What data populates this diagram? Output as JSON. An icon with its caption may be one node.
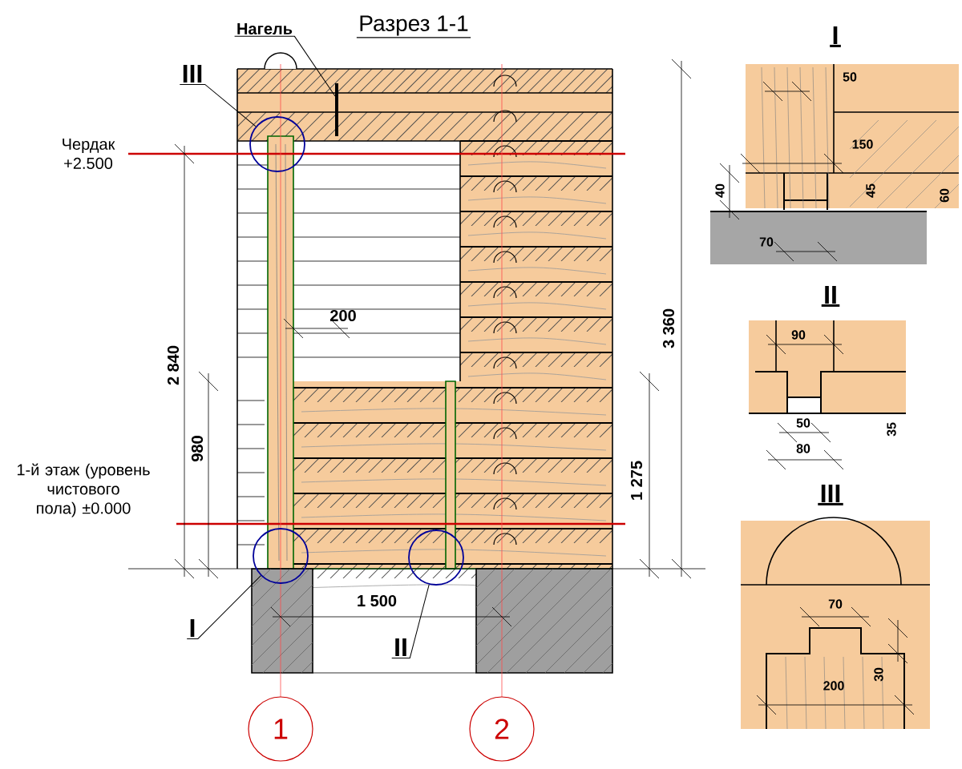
{
  "diagram": {
    "title": "Разрез 1-1",
    "nodes": [
      {
        "text": [
          "Нагель"
        ]
      },
      {
        "text": [
          "III"
        ]
      },
      {
        "text": [],
        "shape": "circle"
      },
      {
        "text": [],
        "shape": "circle"
      },
      {
        "text": [],
        "shape": "circle"
      },
      {
        "text": [
          "I"
        ]
      },
      {
        "text": [
          "II"
        ]
      },
      {
        "text": [
          "1"
        ]
      },
      {
        "text": [
          "2"
        ]
      }
    ],
    "edges": [
      {
        "from": 0,
        "to": null,
        "arrow": "none"
      },
      {
        "from": 1,
        "to": 2,
        "arrow": "none"
      },
      {
        "from": 5,
        "to": 3,
        "arrow": "none"
      },
      {
        "from": 6,
        "to": 4,
        "arrow": "none"
      }
    ],
    "labels": [
      "Чердак +2.500",
      "200",
      "2 840",
      "980",
      "1-й этаж (уровень чистового пола) ±0.000",
      "3 360",
      "1 275",
      "1 500",
      "I",
      "50",
      "150",
      "40",
      "45",
      "60",
      "70",
      "II",
      "90",
      "50",
      "80",
      "35",
      "III",
      "70",
      "30",
      "200"
    ]
  }
}
